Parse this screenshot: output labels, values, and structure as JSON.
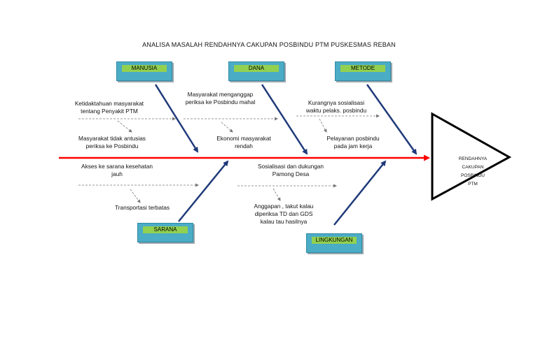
{
  "title": "ANALISA MASALAH RENDAHNYA CAKUPAN  POSBINDU PTM PUSKESMAS REBAN",
  "categories": {
    "manusia": "MANUSIA",
    "dana": "DANA",
    "metode": "METODE",
    "sarana": "SARANA",
    "lingkungan": "LINGKUNGAN"
  },
  "causes": {
    "manusia_1": "Ketidaktahuan masyarakat\ntentang Penyakit PTM",
    "manusia_2": "Masyarakat tidak antusias\nperiksa ke Posbindu",
    "dana_1": "Masyarakat menganggap\nperiksa ke Posbindu mahal",
    "dana_2": "Ekonomi masyarakat\nrendah",
    "metode_1": "Kurangnya sosialisasi\nwaktu pelaks. posbindu",
    "metode_2": "Pelayanan posbindu\npada jam kerja",
    "sarana_1": "Akses ke sarana kesehatan\njauh",
    "sarana_2": "Transportasi terbatas",
    "lingkungan_1": "Sosialisasi dan dukungan\nPamong Desa",
    "lingkungan_2": "Anggapan , takut kalau\ndiperiksa TD dan GDS\nkalau tau hasilnya"
  },
  "effect": "RENDAHNYA\nCAKUPAN\nPOSBINDU\nPTM",
  "colors": {
    "spine": "#ff0000",
    "bone": "#1f3a7a",
    "category_box": "#4bacc6",
    "category_label": "#92d050"
  }
}
